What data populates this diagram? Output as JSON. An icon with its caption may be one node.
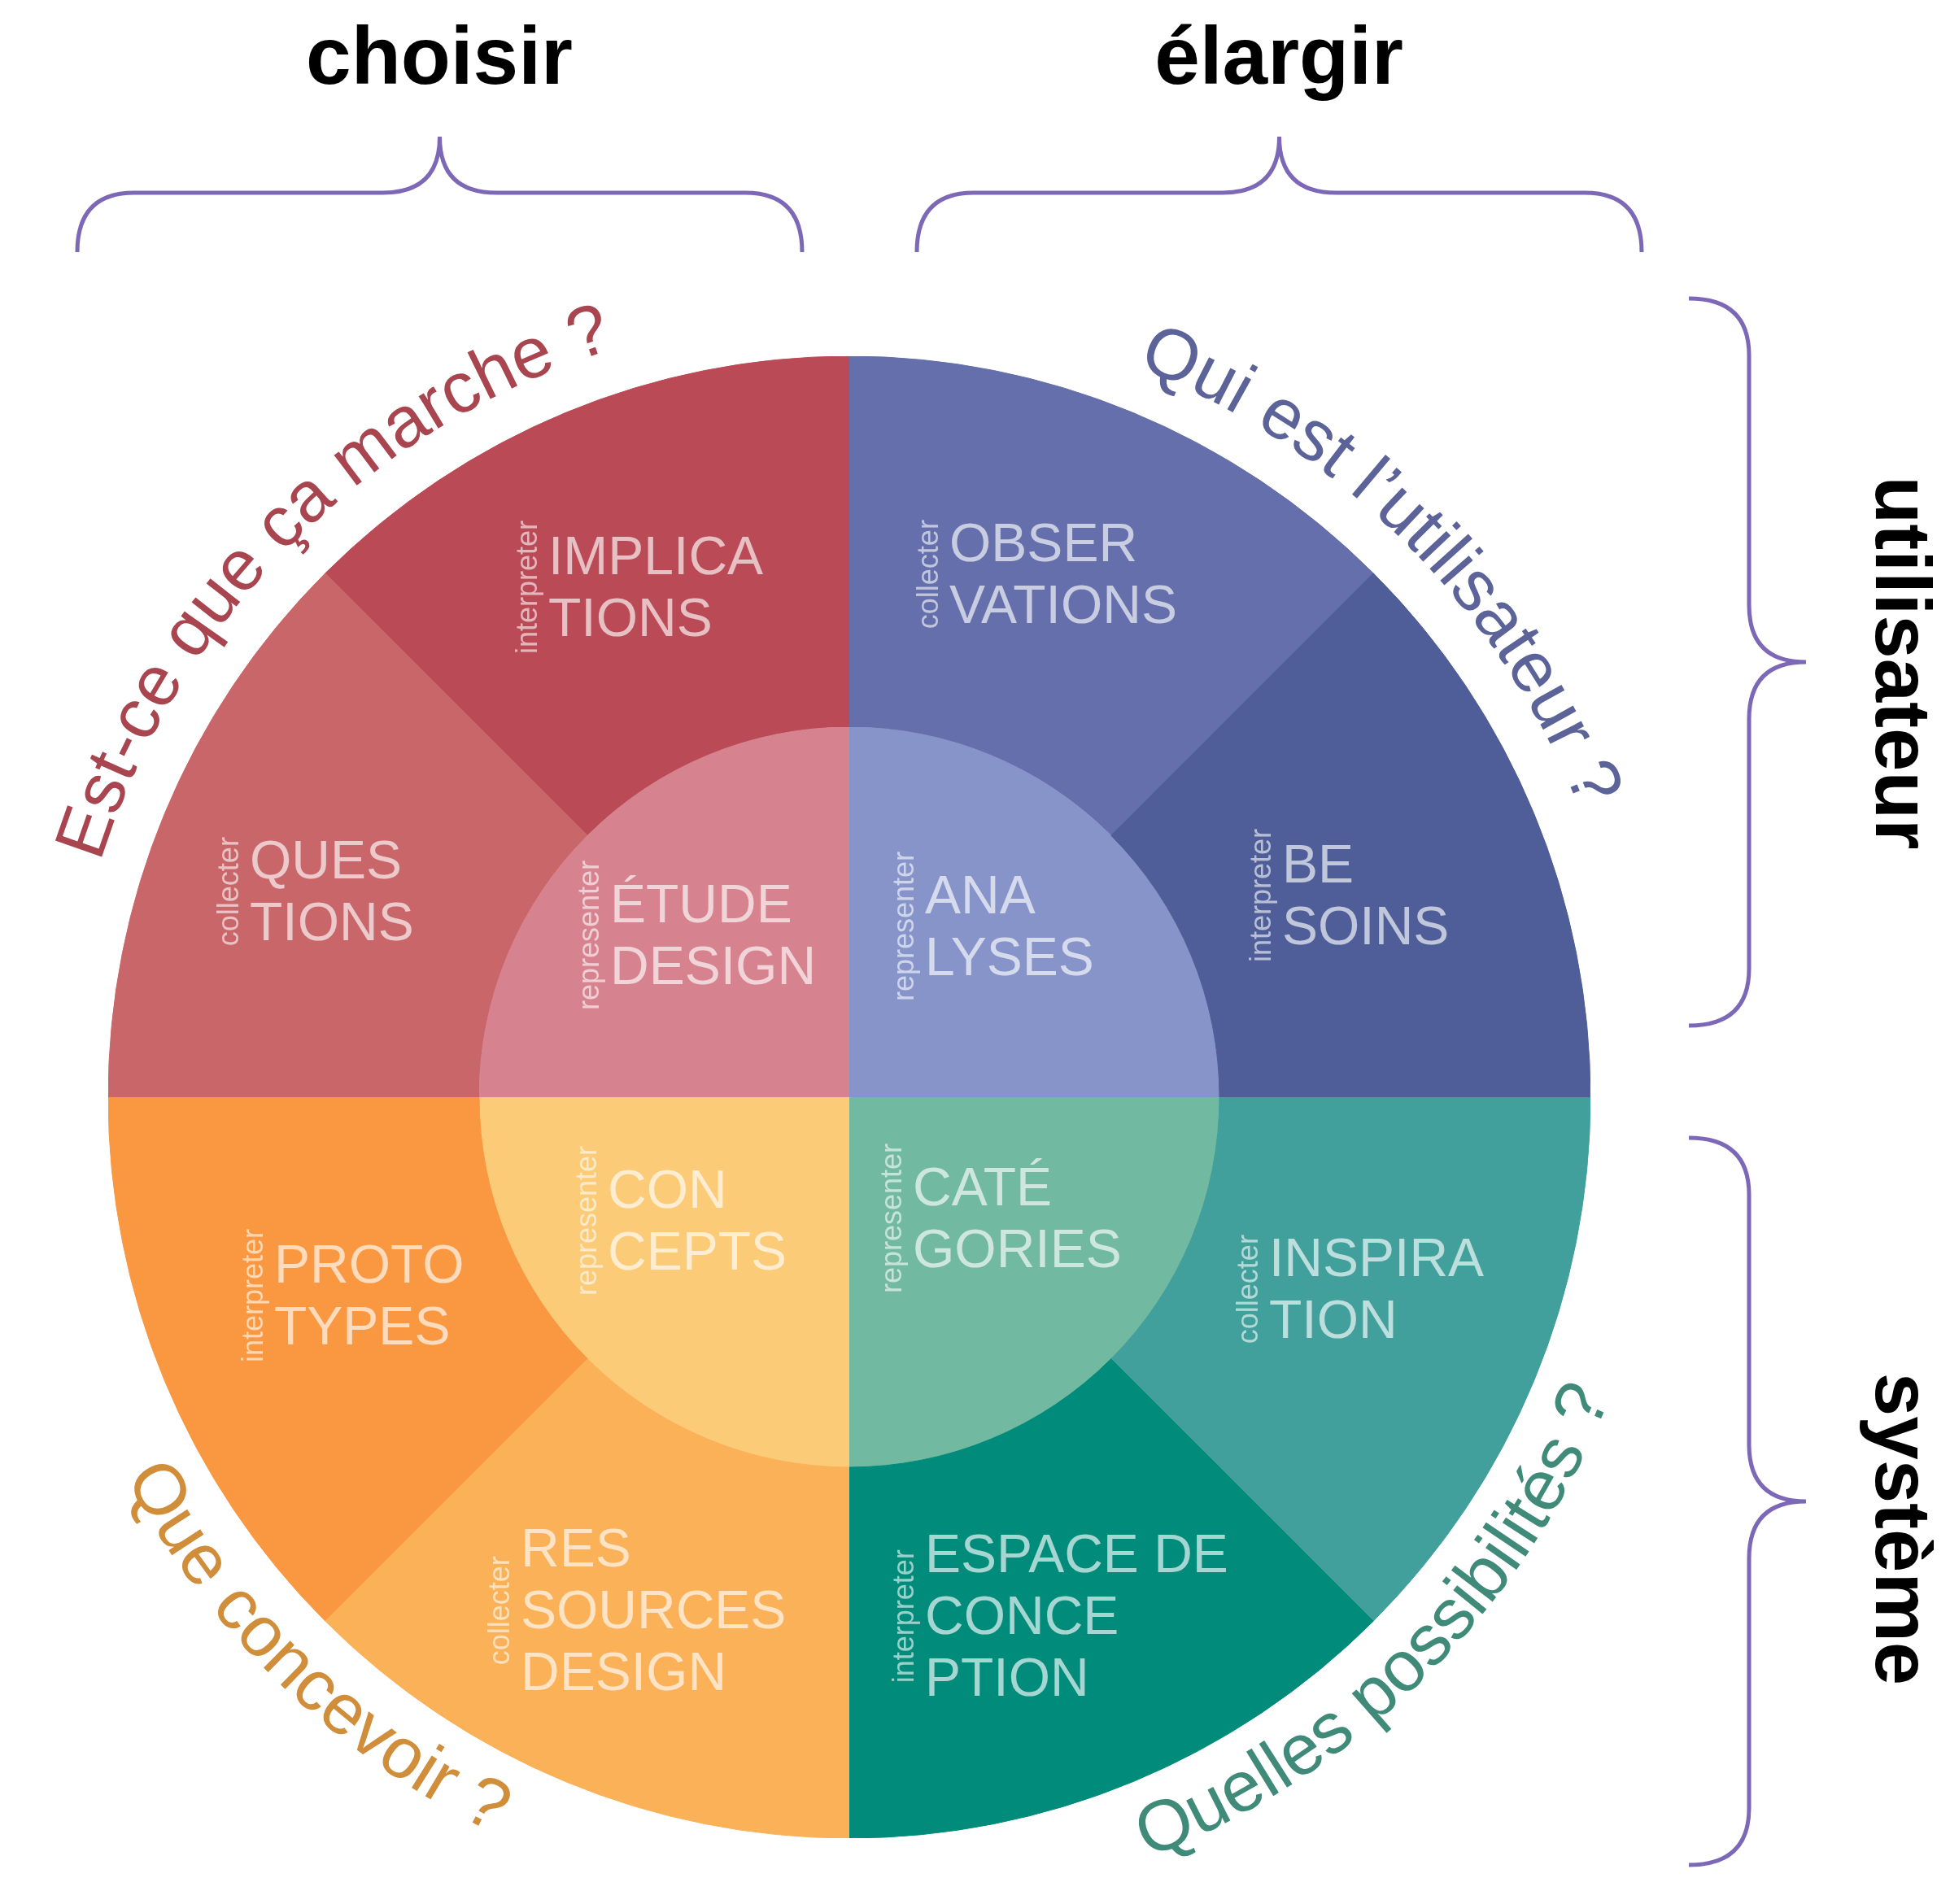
{
  "diagram": {
    "nodes": [
      {
        "text": [
          "IMPLICA TIONS",
          "interpreter"
        ]
      },
      {
        "text": [
          "OBSER VATIONS",
          "collecter"
        ]
      },
      {
        "text": [
          "QUES TIONS",
          "collecter"
        ]
      },
      {
        "text": [
          "ÉTUDE DESIGN",
          "representer"
        ]
      },
      {
        "text": [
          "ANA LYSES",
          "representer"
        ]
      },
      {
        "text": [
          "BE SOINS",
          "interpreter"
        ]
      },
      {
        "text": [
          "CON CEPTS",
          "representer"
        ]
      },
      {
        "text": [
          "CATÉ GORIES",
          "representer"
        ]
      },
      {
        "text": [
          "PROTO TYPES",
          "interpreter"
        ]
      },
      {
        "text": [
          "INSPIRA TION",
          "collecter"
        ]
      },
      {
        "text": [
          "RES SOURCES DESIGN",
          "collecter"
        ]
      },
      {
        "text": [
          "ESPACE DE CONCE PTION",
          "interpreter"
        ]
      }
    ],
    "labels": [
      "choisir",
      "élargir",
      "Est-ce que ça marche ?",
      "Qui est l’utilisateur ?",
      "utilisateur",
      "Que concevoir ?",
      "Quelles possibilités ?",
      "système"
    ]
  }
}
